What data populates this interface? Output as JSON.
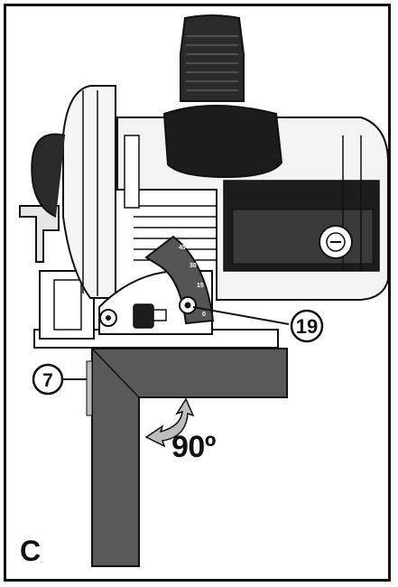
{
  "figure": {
    "letter": "C",
    "angle_label": "90º"
  },
  "callouts": {
    "part_7": "7",
    "part_19": "19"
  },
  "bevel_scale": {
    "ticks": [
      "45",
      "30",
      "15",
      "0"
    ]
  },
  "colors": {
    "outline": "#111111",
    "body_dark": "#1c1c1c",
    "body_mid": "#3a3a3a",
    "square_gray": "#595959",
    "arrow_gray": "#bdbdbd",
    "background": "#ffffff"
  },
  "icons": {
    "rotation_arrow": "curved-double-arrow-icon",
    "locking_knob": "bevel-lock-knob-icon"
  }
}
